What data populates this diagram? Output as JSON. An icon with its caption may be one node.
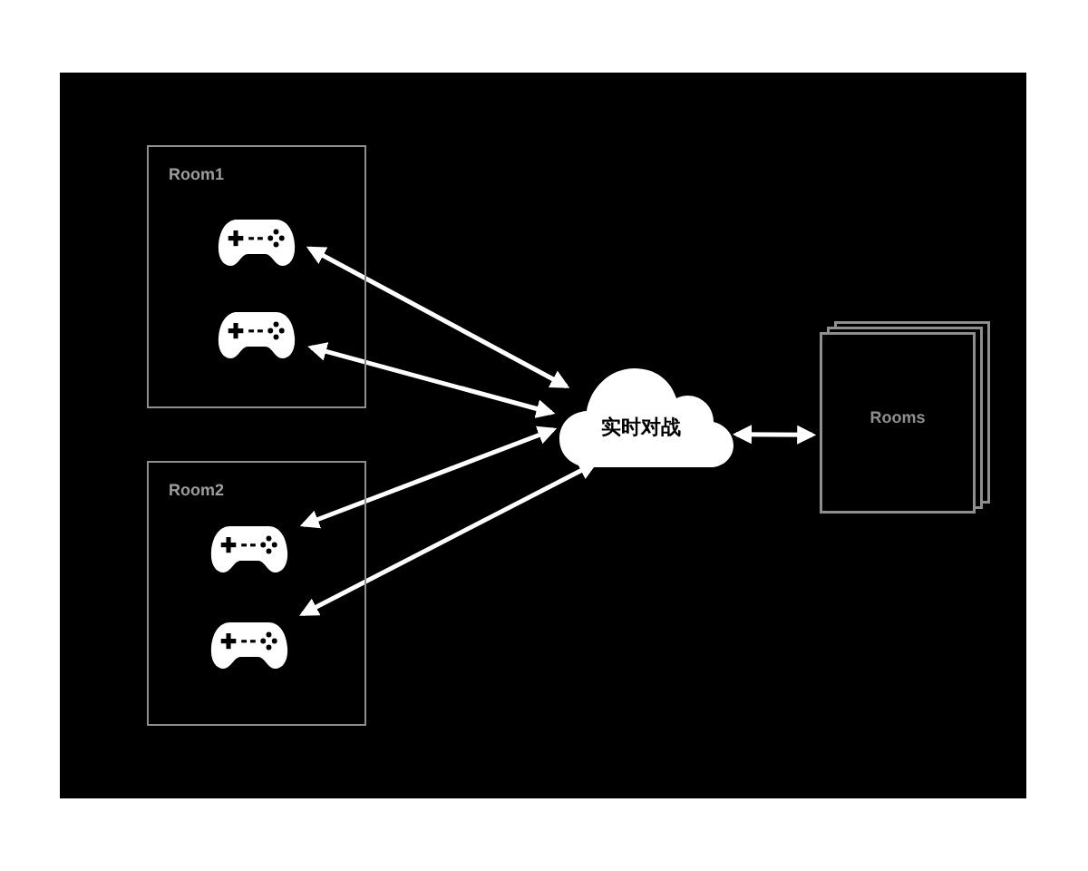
{
  "diagram": {
    "nodes": [
      {
        "text": [
          "Room1"
        ]
      },
      {
        "text": [],
        "shape": "picture",
        "in": 0
      },
      {
        "text": [],
        "shape": "picture",
        "in": 0
      },
      {
        "text": [
          "Room2"
        ]
      },
      {
        "text": [],
        "shape": "picture",
        "in": 3
      },
      {
        "text": [],
        "shape": "picture",
        "in": 3
      },
      {
        "text": [
          "实时对战"
        ]
      },
      {
        "text": [
          "Rooms"
        ]
      }
    ],
    "edges": [
      {
        "from": 1,
        "to": 6,
        "arrow": "both"
      },
      {
        "from": 2,
        "to": 6,
        "arrow": "both"
      },
      {
        "from": 4,
        "to": 6,
        "arrow": "both"
      },
      {
        "from": 5,
        "to": 6,
        "arrow": "both"
      },
      {
        "from": 6,
        "to": 7,
        "arrow": "both"
      }
    ]
  }
}
